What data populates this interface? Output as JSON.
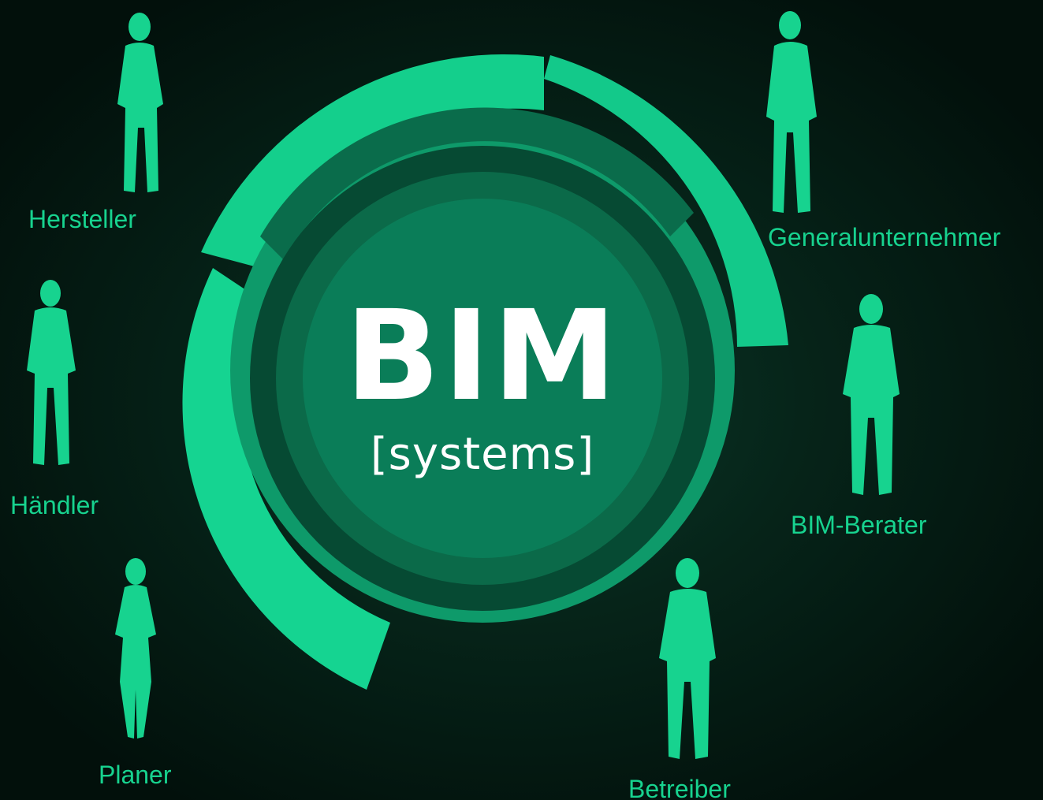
{
  "center": {
    "title": "BIM",
    "subtitle": "[systems]"
  },
  "roles": [
    {
      "id": "hersteller",
      "label": "Hersteller",
      "icon": "person-silhouette-man-icon"
    },
    {
      "id": "generalunternehmer",
      "label": "Generalunternehmer",
      "icon": "person-silhouette-man-icon"
    },
    {
      "id": "haendler",
      "label": "Händler",
      "icon": "person-silhouette-man-icon"
    },
    {
      "id": "bim-berater",
      "label": "BIM-Berater",
      "icon": "person-silhouette-man-icon"
    },
    {
      "id": "planer",
      "label": "Planer",
      "icon": "person-silhouette-woman-icon"
    },
    {
      "id": "betreiber",
      "label": "Betreiber",
      "icon": "person-silhouette-man-icon"
    }
  ],
  "colors": {
    "accent": "#17d38f",
    "ring_bright": "#13cf8e",
    "ring_mid": "#0f9c6c",
    "ring_dark": "#0a6a49",
    "ring_darker": "#063d2b",
    "core": "#0a7a56",
    "text_center": "#ffffff",
    "background": "#03140e"
  }
}
